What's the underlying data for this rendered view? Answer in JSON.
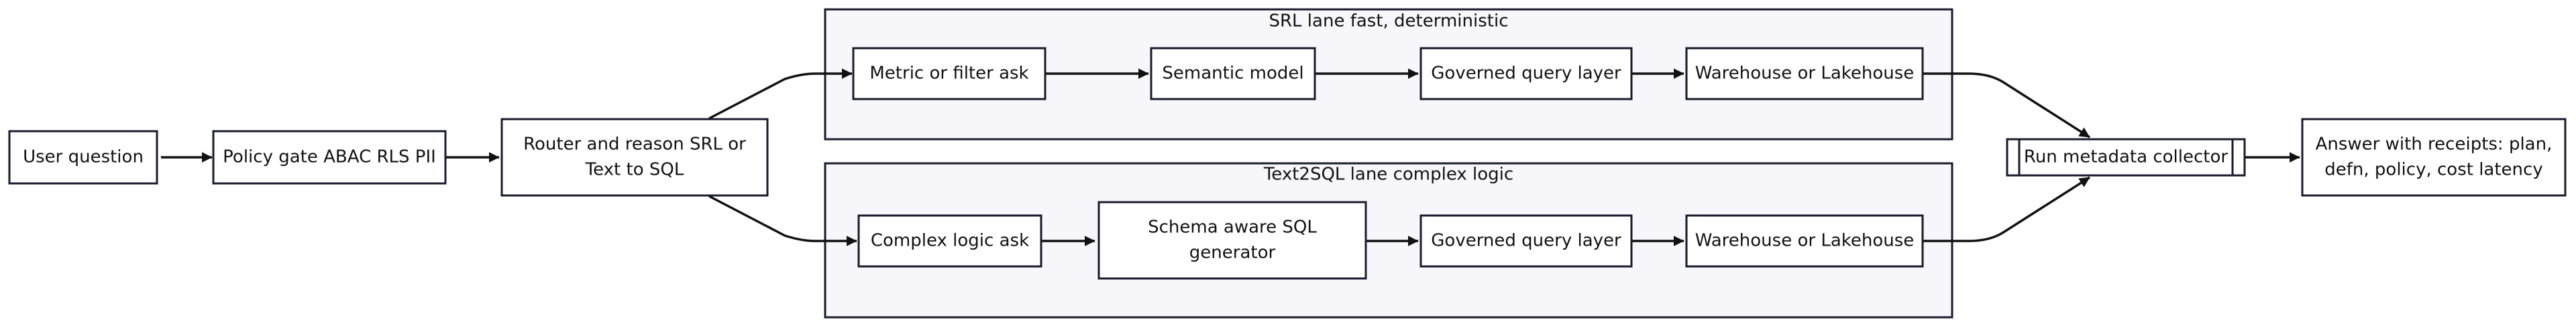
{
  "lanes": {
    "srl": "SRL lane fast, deterministic",
    "t2s": "Text2SQL lane complex logic"
  },
  "nodes": {
    "user_question": "User question",
    "policy_gate": "Policy gate ABAC RLS PII",
    "router_line1": "Router and reason SRL or",
    "router_line2": "Text to SQL",
    "metric_ask": "Metric or filter ask",
    "semantic_model": "Semantic model",
    "governed_srl": "Governed query layer",
    "warehouse_srl": "Warehouse or Lakehouse",
    "complex_ask": "Complex logic ask",
    "sql_gen_line1": "Schema aware SQL",
    "sql_gen_line2": "generator",
    "governed_t2s": "Governed query layer",
    "warehouse_t2s": "Warehouse or Lakehouse",
    "collector": "Run metadata collector",
    "answer_line1": "Answer with receipts: plan,",
    "answer_line2": "defn, policy, cost latency"
  },
  "colors": {
    "stroke": "#1a1a2e",
    "lane_fill": "#f7f7fb",
    "node_fill": "#ffffff",
    "edge": "#111111"
  }
}
